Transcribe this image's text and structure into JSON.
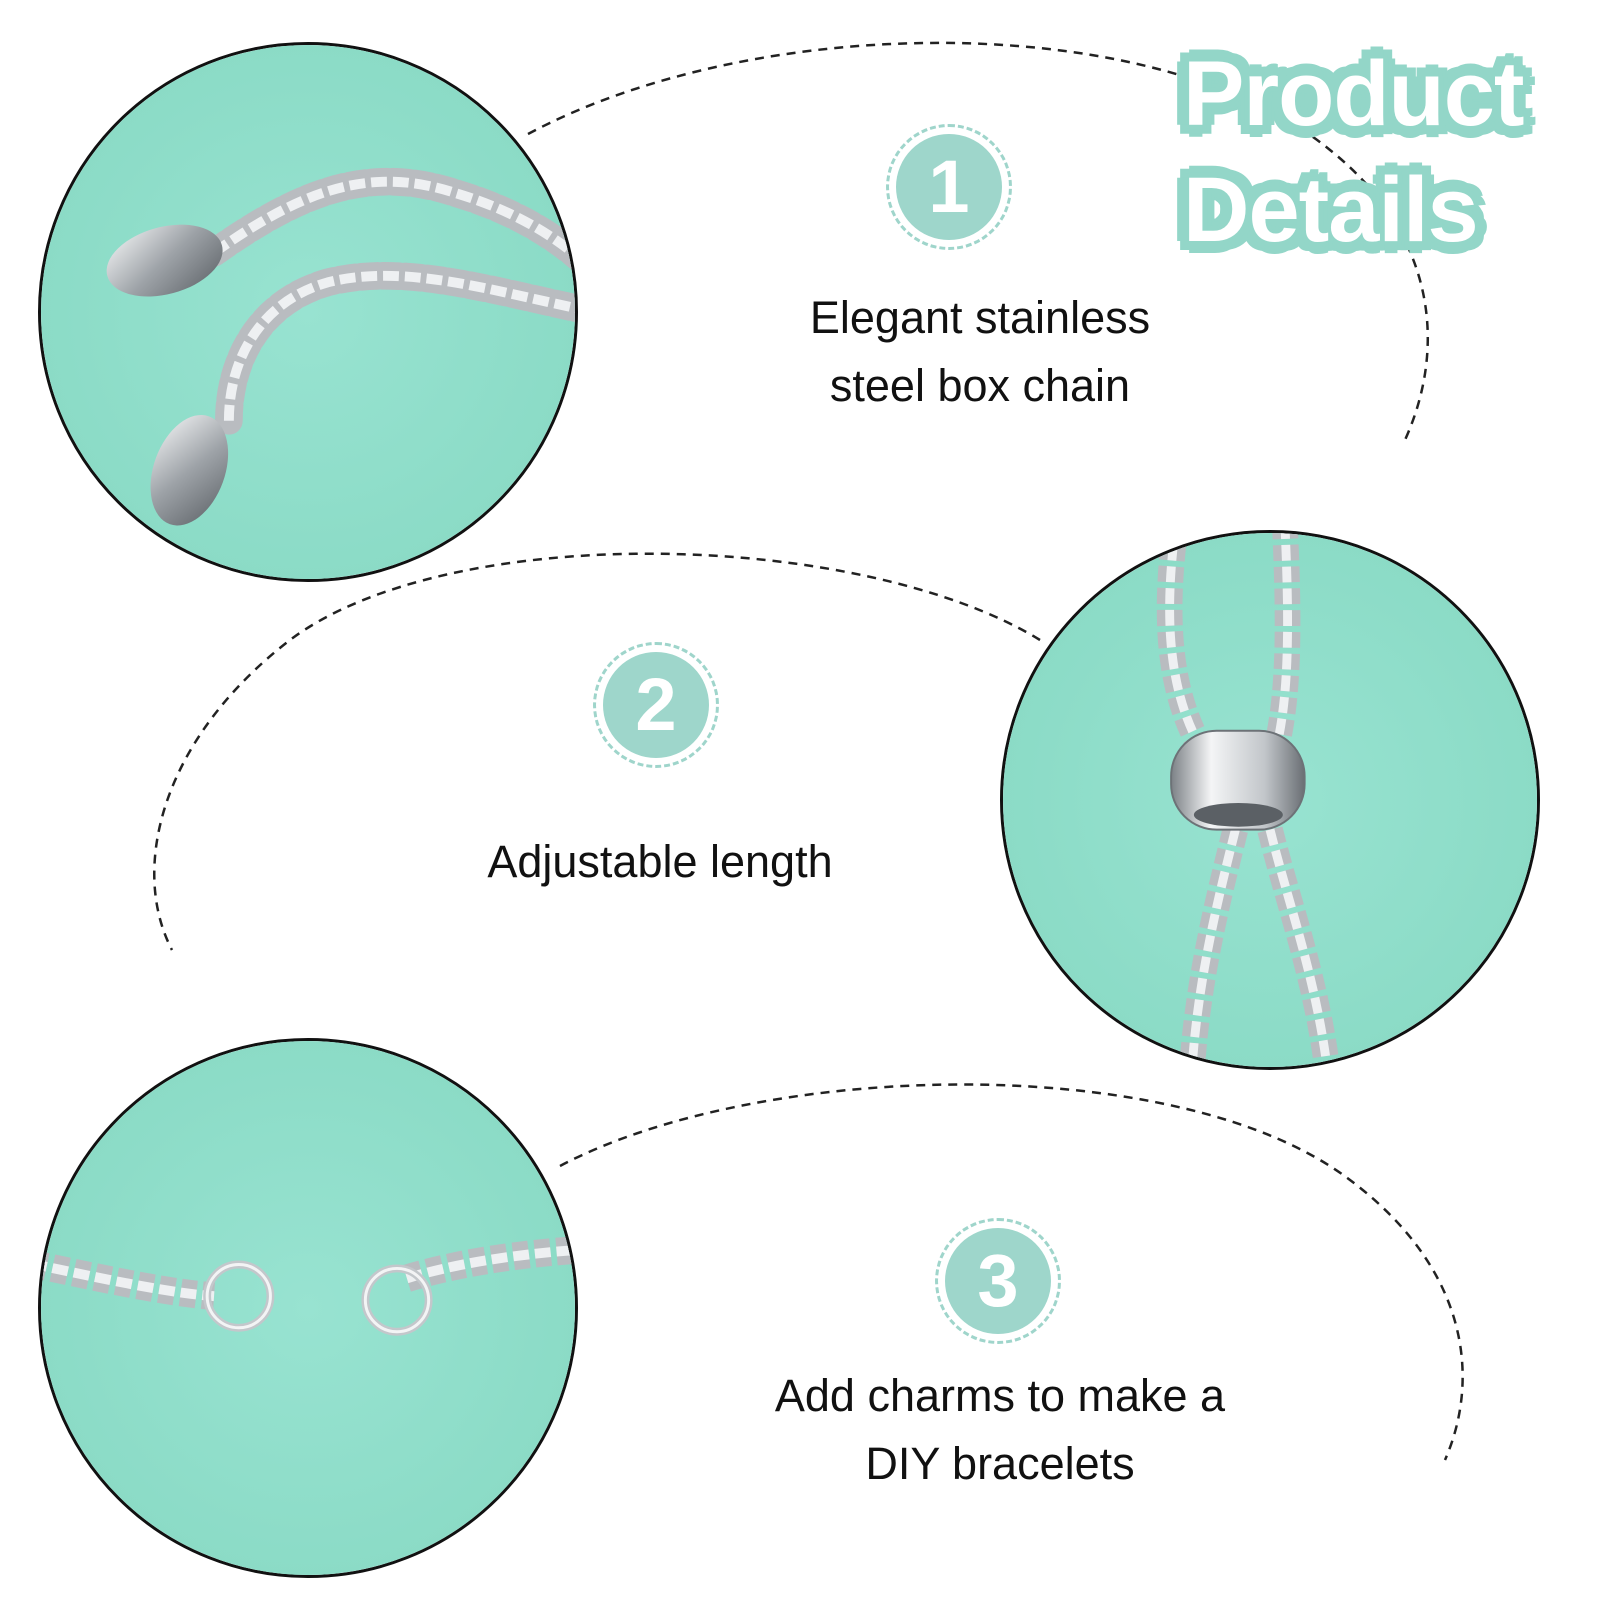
{
  "title": {
    "line1": "Product",
    "line2": "Details"
  },
  "features": [
    {
      "number": "1",
      "line1": "Elegant stainless",
      "line2": "steel box chain"
    },
    {
      "number": "2",
      "line1": "Adjustable length"
    },
    {
      "number": "3",
      "line1": "Add charms to make a",
      "line2": "DIY bracelets"
    }
  ],
  "colors": {
    "accent": "#9ed6cb",
    "photo_background": "#8fddc9",
    "chain_silver": "#c9cccf",
    "text": "#111111"
  },
  "photos": [
    {
      "icon": "chain-end-caps-photo"
    },
    {
      "icon": "slider-bead-photo"
    },
    {
      "icon": "jump-ring-ends-photo"
    }
  ]
}
